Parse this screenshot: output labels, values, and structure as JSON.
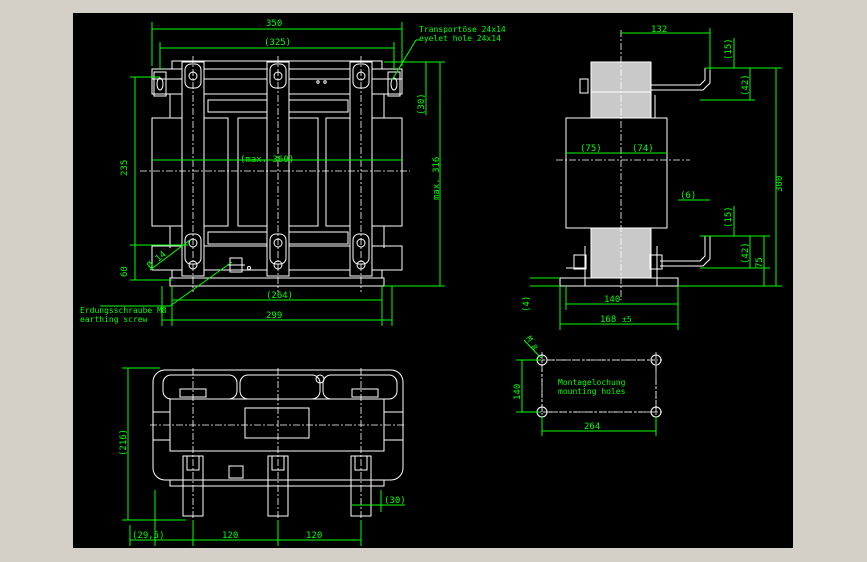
{
  "front_view": {
    "dim_width_overall": "350",
    "dim_width_mounting": "(325)",
    "dim_core_max": "(max. 360)",
    "dim_height_coil": "235",
    "dim_height_max": "max. 316",
    "dim_top_offset": "(30)",
    "dim_base_height": "60",
    "dim_hole_dia": "Ø 14",
    "dim_foot_inner": "(264)",
    "dim_foot_outer": "299",
    "label_transport_de": "Transportöse 24x14",
    "label_transport_en": "eyelet hole 24x14",
    "label_earth_de": "Erdungsschraube M8",
    "label_earth_en": "earthing screw"
  },
  "side_view": {
    "dim_terminal_offset": "132",
    "dim_15_top": "(15)",
    "dim_42_top": "(42)",
    "dim_75": "(75)",
    "dim_74": "(74)",
    "dim_height_total": "300",
    "dim_6": "(6)",
    "dim_15_bottom": "(15)",
    "dim_42_bottom": "(42)",
    "dim_75_right": "75",
    "dim_4": "(4)",
    "dim_140": "140",
    "dim_168": "168",
    "dim_168_tol": "±5"
  },
  "top_view": {
    "dim_216": "(216)",
    "dim_30": "(30)",
    "dim_29_5": "(29,5)",
    "dim_120_a": "120",
    "dim_120_b": "120"
  },
  "mounting_view": {
    "dim_m8": "M 8",
    "dim_140": "140",
    "dim_264": "264",
    "label_de": "Montagelochung",
    "label_en": "mounting holes"
  },
  "colors": {
    "background": "#000000",
    "drawing": "#ffffff",
    "dimension": "#00ff00",
    "frame": "#d4d0c8"
  }
}
